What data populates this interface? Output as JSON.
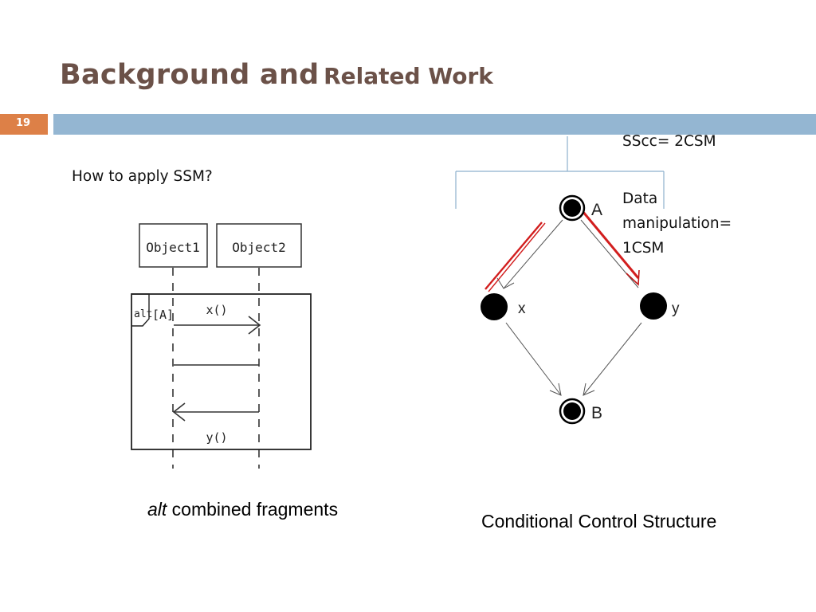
{
  "slide": {
    "title_part1": "Background and",
    "title_part2": "Related Work",
    "number": "19"
  },
  "left": {
    "question": "How to apply SSM?",
    "sequence": {
      "object1": "Object1",
      "object2": "Object2",
      "fragment_operator": "alt",
      "guard": "[A]",
      "message_forward": "x()",
      "message_back": "y()"
    },
    "caption_italic": "alt",
    "caption_rest": " combined fragments"
  },
  "right": {
    "sscc": "SScc=  2CSM",
    "data_line1": "Data",
    "data_line2": "manipulation=",
    "data_line3": "1CSM",
    "nodes": {
      "a": "A",
      "x": "x",
      "y": "y",
      "b": "B"
    },
    "caption": "Conditional Control Structure"
  }
}
